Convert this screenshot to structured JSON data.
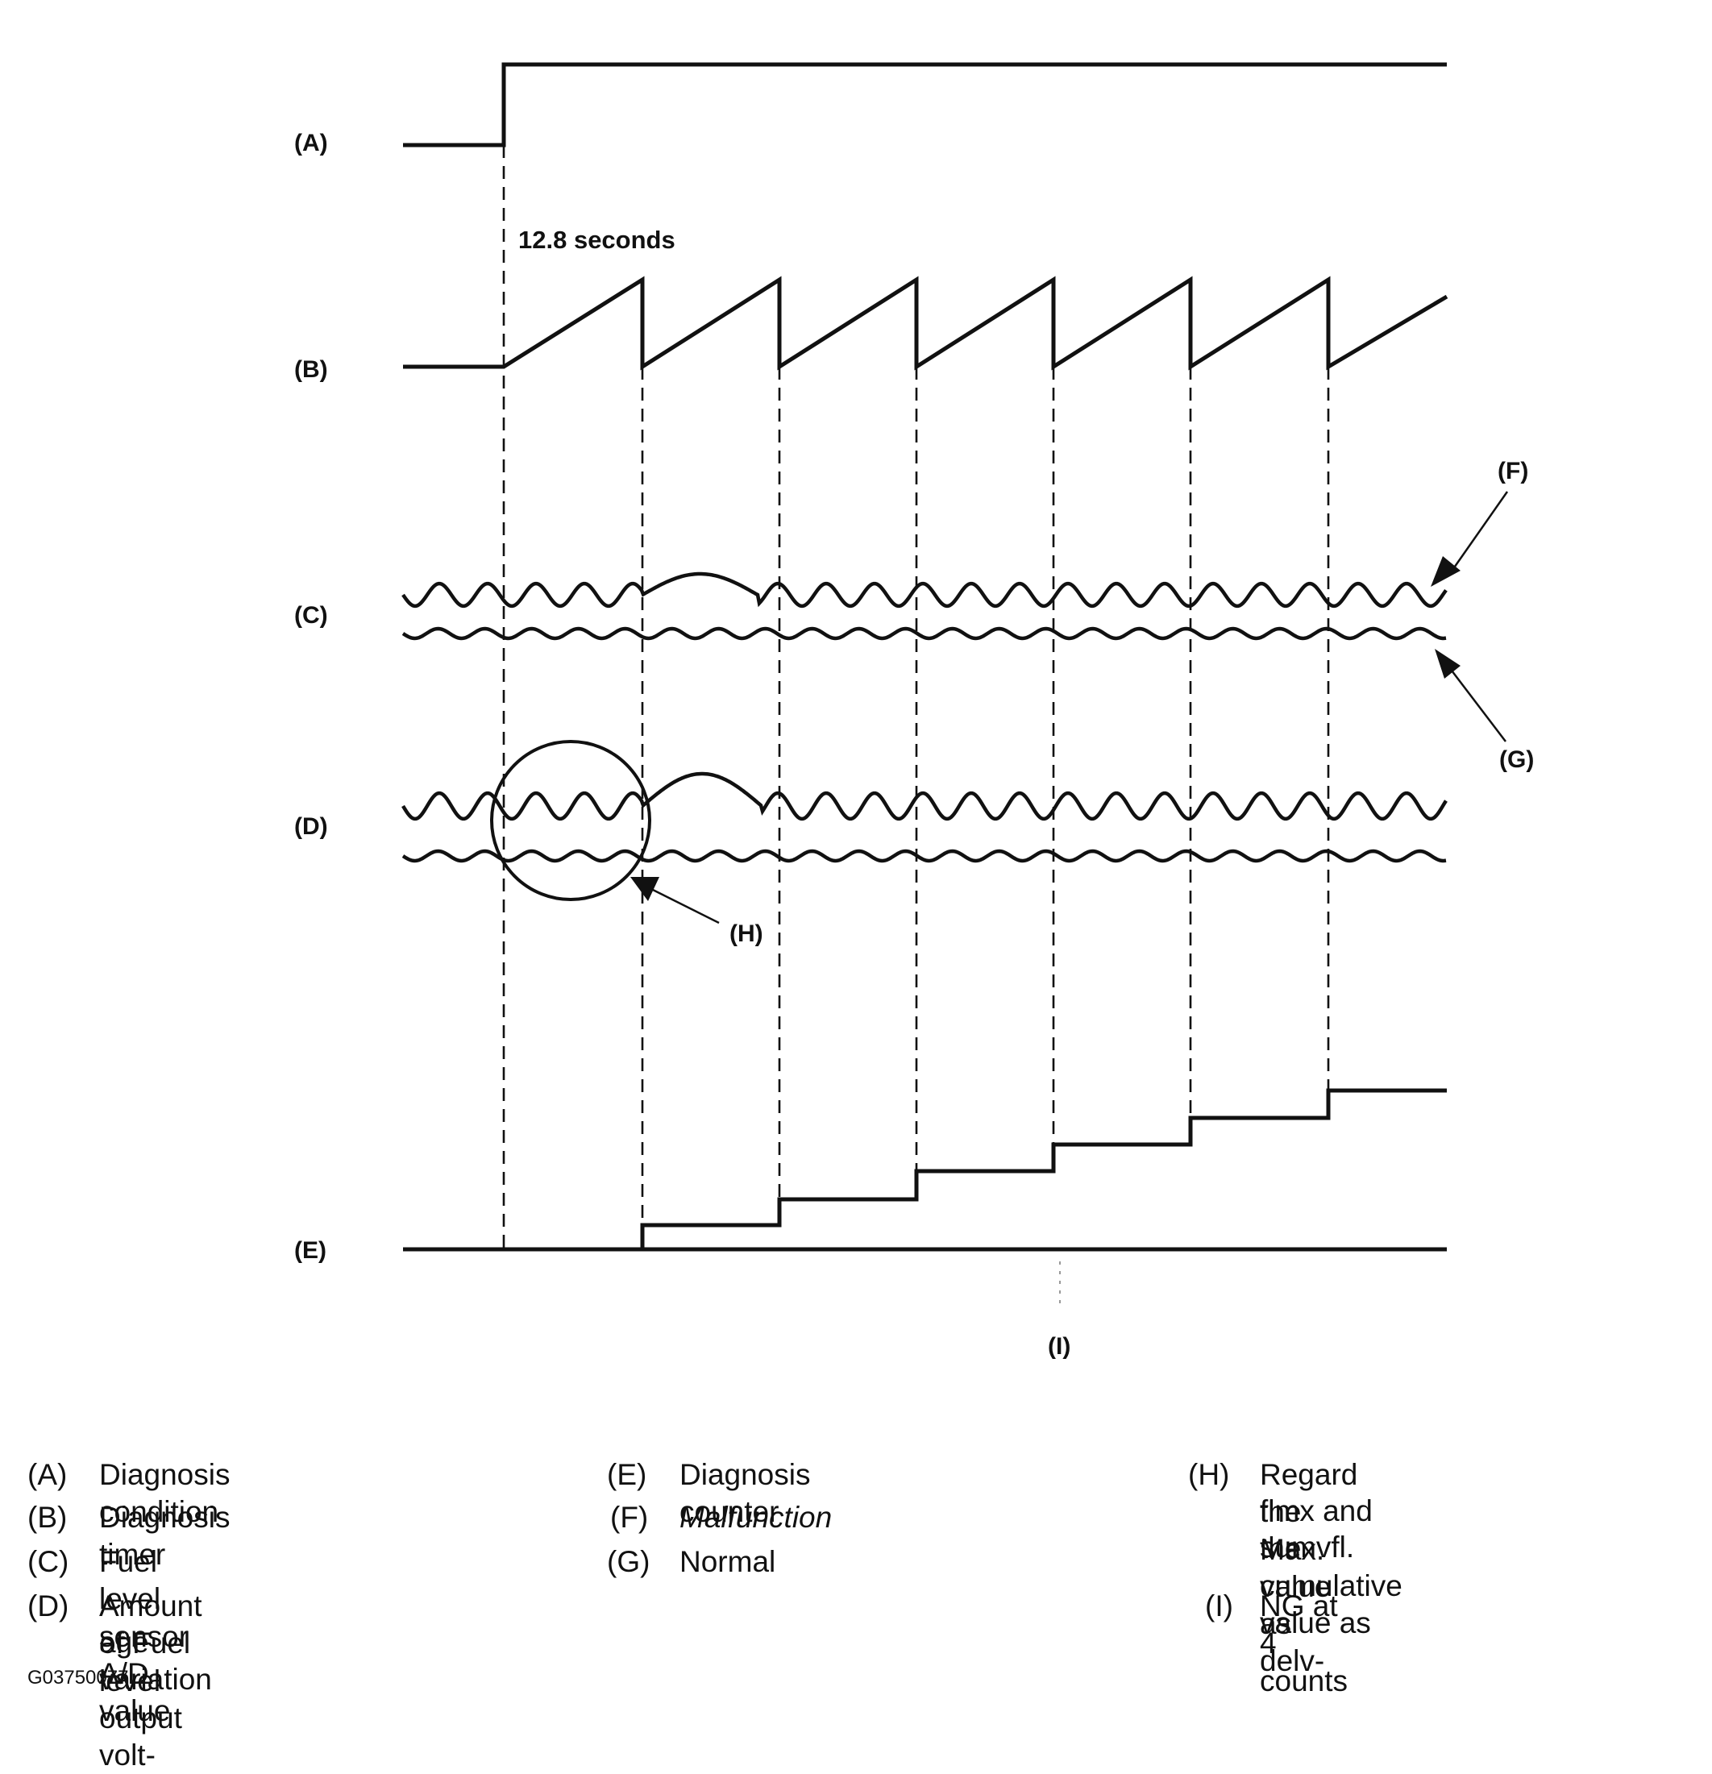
{
  "signals": {
    "a": "(A)",
    "b": "(B)",
    "c": "(C)",
    "d": "(D)",
    "e": "(E)"
  },
  "callouts": {
    "f": "(F)",
    "g": "(G)",
    "h": "(H)",
    "i": "(I)"
  },
  "annotation": {
    "interval": "12.8 seconds"
  },
  "legend": [
    {
      "key": "(A)",
      "lines": [
        "Diagnosis condition"
      ]
    },
    {
      "key": "(B)",
      "lines": [
        "Diagnosis timer"
      ]
    },
    {
      "key": "(C)",
      "lines": [
        "Fuel level sensor A/D value"
      ]
    },
    {
      "key": "(D)",
      "lines": [
        "Amount of Fuel level output volt-",
        "age variation"
      ]
    },
    {
      "key": "(E)",
      "lines": [
        "Diagnosis counter"
      ]
    },
    {
      "key": "(F)",
      "lines": [
        "Malfunction"
      ]
    },
    {
      "key": "(G)",
      "lines": [
        "Normal"
      ]
    },
    {
      "key": "(H)",
      "lines": [
        "Regard the Max. value as delv-",
        "flmx and the cumulative value as",
        "sumvfl."
      ]
    },
    {
      "key": "(I)",
      "lines": [
        "NG at 4 counts"
      ]
    }
  ],
  "figure_code": "G03750077"
}
